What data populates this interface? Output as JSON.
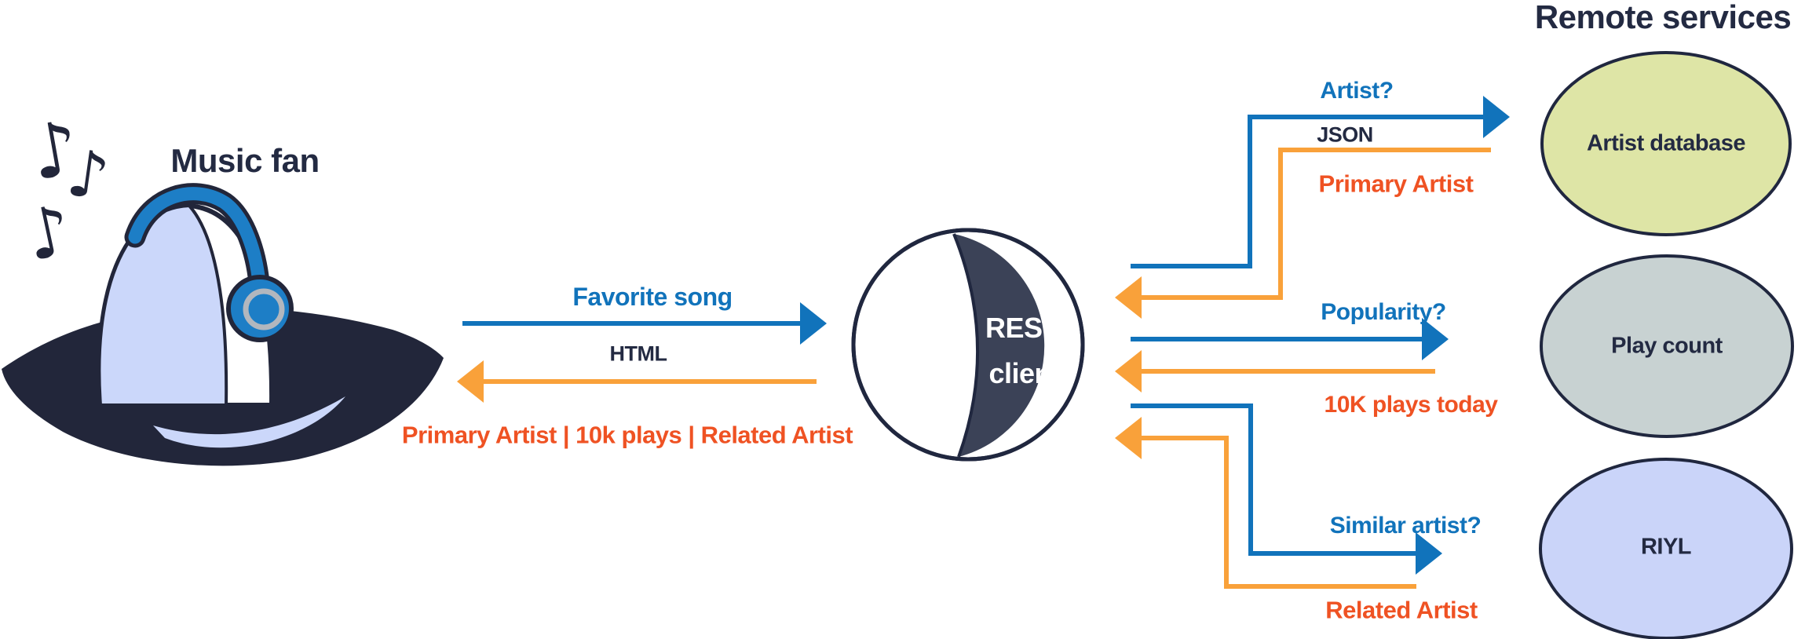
{
  "titles": {
    "music_fan": "Music fan",
    "remote_services": "Remote services"
  },
  "client": {
    "line1": "REST",
    "line2": "client"
  },
  "user_exchange": {
    "request_label": "Favorite song",
    "format_label": "HTML",
    "response_label": "Primary Artist | 10k plays | Related Artist"
  },
  "services": [
    {
      "name": "Artist database",
      "request_label": "Artist?",
      "format_label": "JSON",
      "response_label": "Primary Artist",
      "color": "#dee5a6"
    },
    {
      "name": "Play count",
      "request_label": "Popularity?",
      "response_label": "10K plays today",
      "color": "#c8d2d2"
    },
    {
      "name": "RIYL",
      "request_label": "Similar artist?",
      "response_label": "Related Artist",
      "color": "#cad4f9"
    }
  ],
  "icons": {
    "music_note": "♪"
  },
  "colors": {
    "request_blue": "#1173bb",
    "response_orange": "#f9a13a",
    "response_text": "#ef5223",
    "navy": "#232a42",
    "client_dark": "#3b4257",
    "headphone_blue": "#1d7ec6"
  }
}
